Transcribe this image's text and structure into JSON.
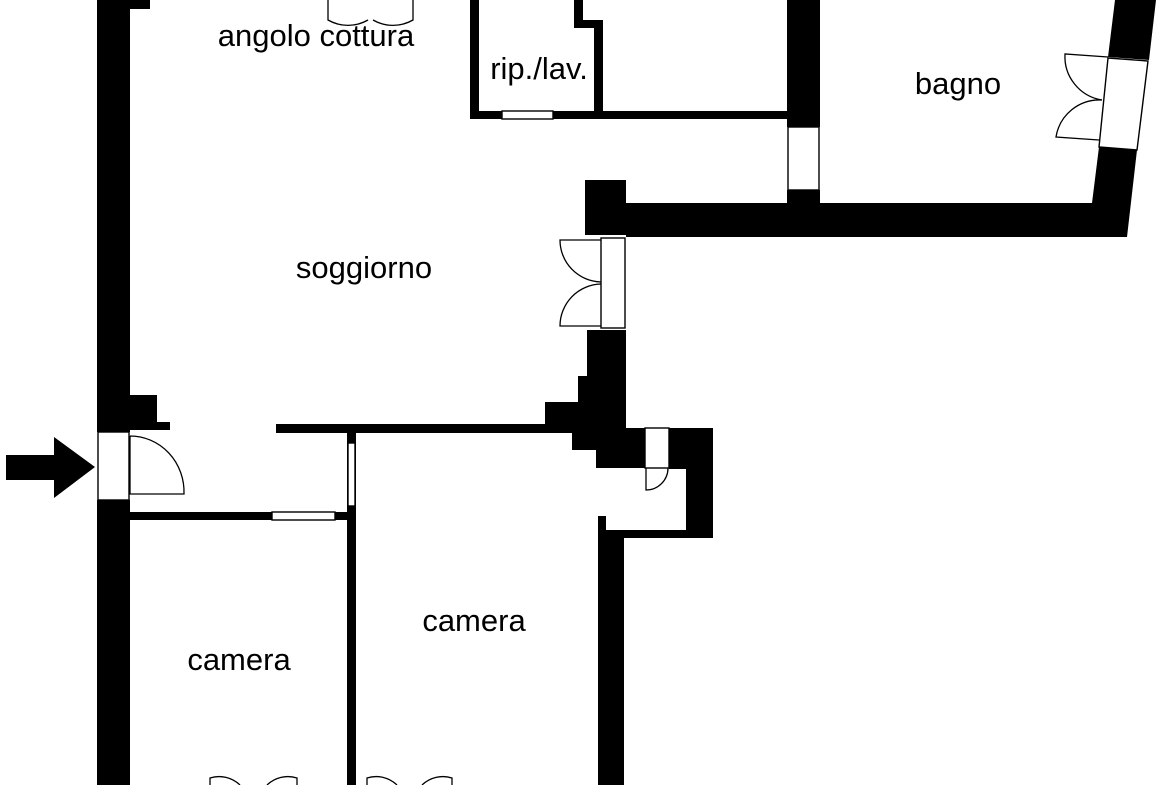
{
  "rooms": [
    {
      "key": "angolo_cottura",
      "label": "angolo cottura"
    },
    {
      "key": "rip_lav",
      "label": "rip./lav."
    },
    {
      "key": "bagno",
      "label": "bagno"
    },
    {
      "key": "soggiorno",
      "label": "soggiorno"
    },
    {
      "key": "camera_left",
      "label": "camera"
    },
    {
      "key": "camera_right",
      "label": "camera"
    }
  ],
  "entrance_marker": "entrance-arrow-icon",
  "colors": {
    "wall": "#000000",
    "background": "#ffffff"
  }
}
